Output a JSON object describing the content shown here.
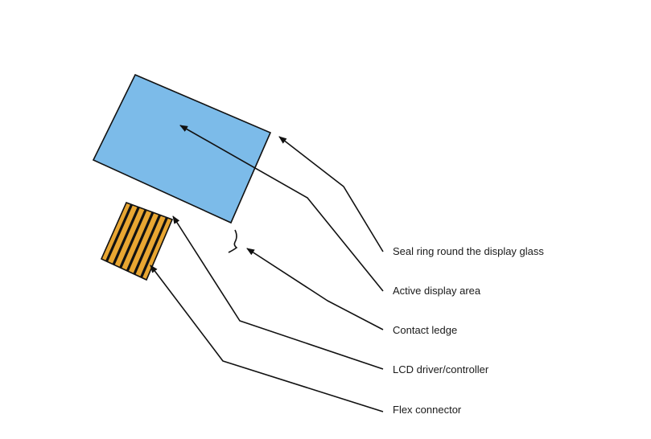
{
  "colors": {
    "display_glass": "#7cbbe9",
    "outline": "#111111",
    "flex_pad": "#e8a632",
    "label_text": "#1a1a1a"
  },
  "callouts": [
    {
      "id": "seal-ring",
      "label": "Seal ring round the display glass"
    },
    {
      "id": "active-display-area",
      "label": "Active display area"
    },
    {
      "id": "contact-ledge",
      "label": "Contact ledge"
    },
    {
      "id": "lcd-driver",
      "label": "LCD driver/controller"
    },
    {
      "id": "flex-connector",
      "label": "Flex connector"
    }
  ]
}
